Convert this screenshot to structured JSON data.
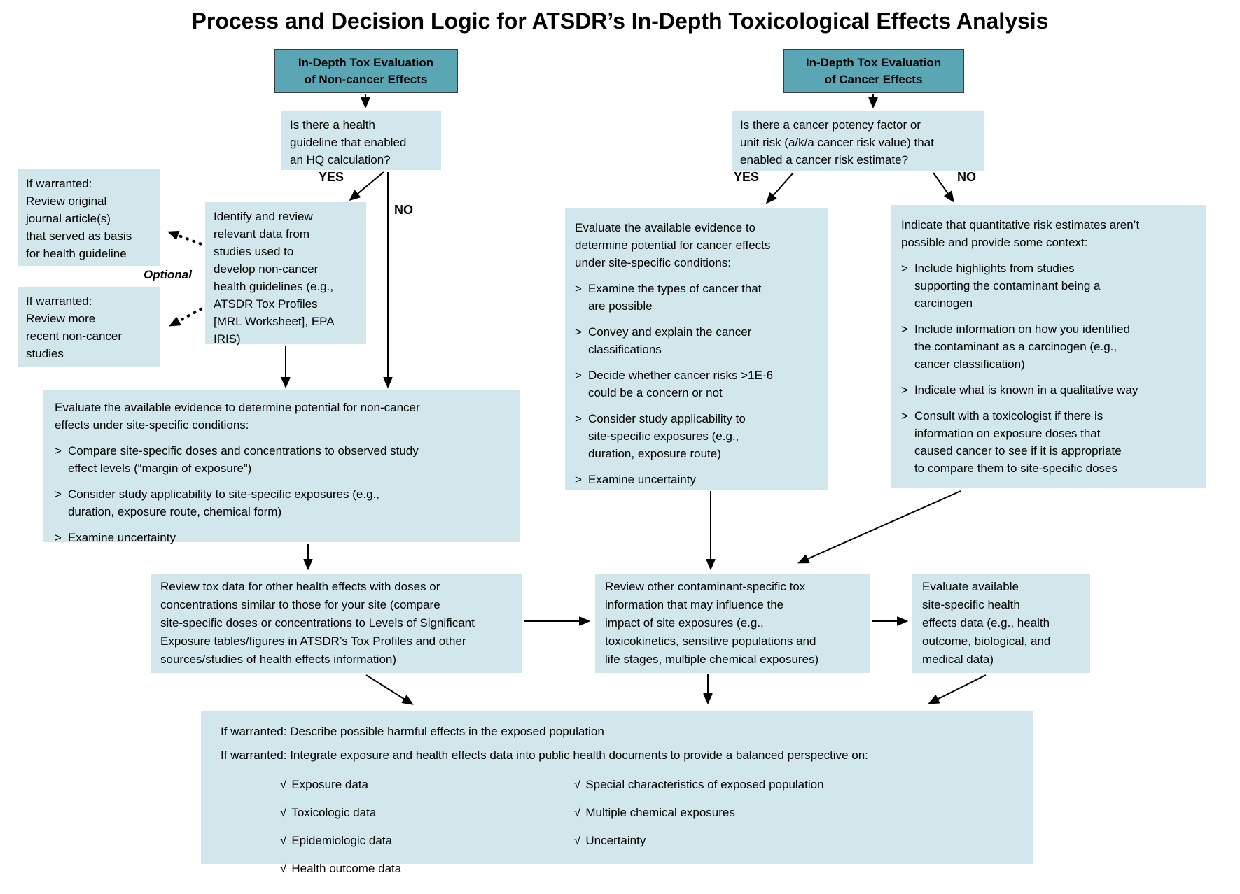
{
  "title": "Process and Decision Logic for ATSDR’s In-Depth Toxicological Effects Analysis",
  "colors": {
    "header_fill": "#5ba6b4",
    "header_border": "#3d3d3d",
    "box_fill": "#d1e7ec",
    "arrow": "#000000",
    "text": "#000000",
    "background": "#ffffff"
  },
  "bullet_char": ">",
  "check_char": "√",
  "labels": {
    "yes": "YES",
    "no": "NO",
    "optional": "Optional"
  },
  "headers": {
    "noncancer": "In-Depth Tox Evaluation\nof Non-cancer Effects",
    "cancer": "In-Depth Tox Evaluation\nof Cancer Effects"
  },
  "questions": {
    "noncancer": "Is there a health\nguideline that enabled\nan HQ calculation?",
    "cancer": "Is there a cancer potency factor or\nunit risk (a/k/a cancer risk value) that\nenabled a cancer risk estimate?"
  },
  "side_notes": {
    "warranted_original": "If warranted:\nReview original\njournal article(s)\nthat served as basis\nfor health guideline",
    "warranted_recent": "If warranted:\nReview more\nrecent non-cancer\nstudies"
  },
  "boxes": {
    "identify": "Identify and review\nrelevant data from\nstudies used to\ndevelop non-cancer\nhealth guidelines (e.g.,\nATSDR Tox Profiles\n[MRL Worksheet], EPA\nIRIS)",
    "eval_noncancer": {
      "intro": "Evaluate the available evidence to determine potential for non-cancer\neffects under site-specific conditions:",
      "bullets": [
        "Compare site-specific doses and concentrations to observed study\neffect levels (“margin of exposure”)",
        "Consider study applicability to site-specific exposures (e.g.,\nduration, exposure route, chemical form)",
        "Examine uncertainty"
      ]
    },
    "eval_cancer": {
      "intro": "Evaluate the available evidence to\ndetermine potential for cancer effects\nunder site-specific conditions:",
      "bullets": [
        "Examine the types of cancer that\nare possible",
        "Convey and explain the cancer\nclassifications",
        "Decide whether cancer risks >1E-6\ncould be a concern or not",
        "Consider study applicability to\nsite-specific exposures (e.g.,\nduration, exposure route)",
        "Examine uncertainty"
      ]
    },
    "no_quant_context": {
      "intro": "Indicate that quantitative risk estimates aren’t\npossible and provide some context:",
      "bullets": [
        "Include highlights from studies\nsupporting the contaminant being a\ncarcinogen",
        "Include information on how you identified\nthe contaminant as a carcinogen (e.g.,\ncancer classification)",
        "Indicate what is known in a qualitative way",
        "Consult with a toxicologist if there is\ninformation on exposure doses that\ncaused cancer to see if it is appropriate\nto compare them to site-specific doses"
      ]
    },
    "review_tox": "Review tox data for other health effects with doses or\nconcentrations similar to those for your site (compare\nsite-specific doses or concentrations to Levels of Significant\nExposure tables/figures in ATSDR’s Tox Profiles and other\nsources/studies of health effects information)",
    "review_other": "Review other contaminant-specific tox\ninformation that may influence the\nimpact of site exposures (e.g.,\ntoxicokinetics, sensitive populations and\nlife stages, multiple chemical exposures)",
    "eval_site": "Evaluate available\nsite-specific health\neffects data (e.g., health\noutcome, biological, and\nmedical data)",
    "final": {
      "line1": "If warranted: Describe possible harmful effects in the exposed population",
      "line2": "If warranted: Integrate exposure and health effects data into public health documents to provide a balanced perspective on:",
      "checklist_left": [
        "Exposure data",
        "Toxicologic data",
        "Epidemiologic data",
        "Health outcome data"
      ],
      "checklist_right": [
        "Special characteristics of exposed population",
        "Multiple chemical exposures",
        "Uncertainty"
      ]
    }
  }
}
